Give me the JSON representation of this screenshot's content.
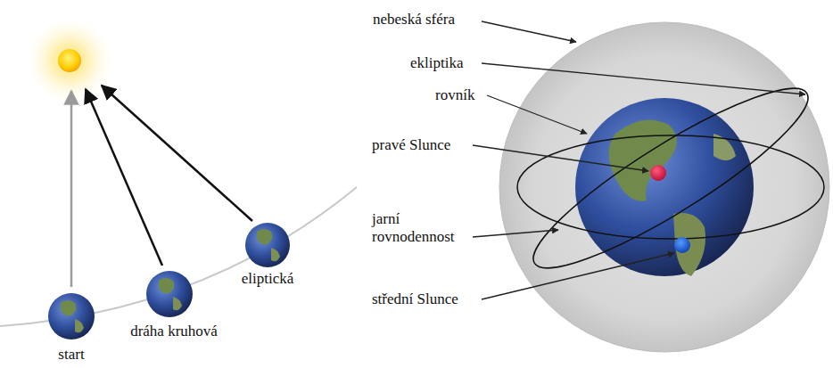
{
  "diagram": {
    "labels": [
      "nebeská sféra",
      "ekliptika",
      "rovník",
      "pravé Slunce",
      "jarní rovnodennost",
      "střední Slunce",
      "eliptická",
      "dráha kruhová",
      "start"
    ]
  }
}
